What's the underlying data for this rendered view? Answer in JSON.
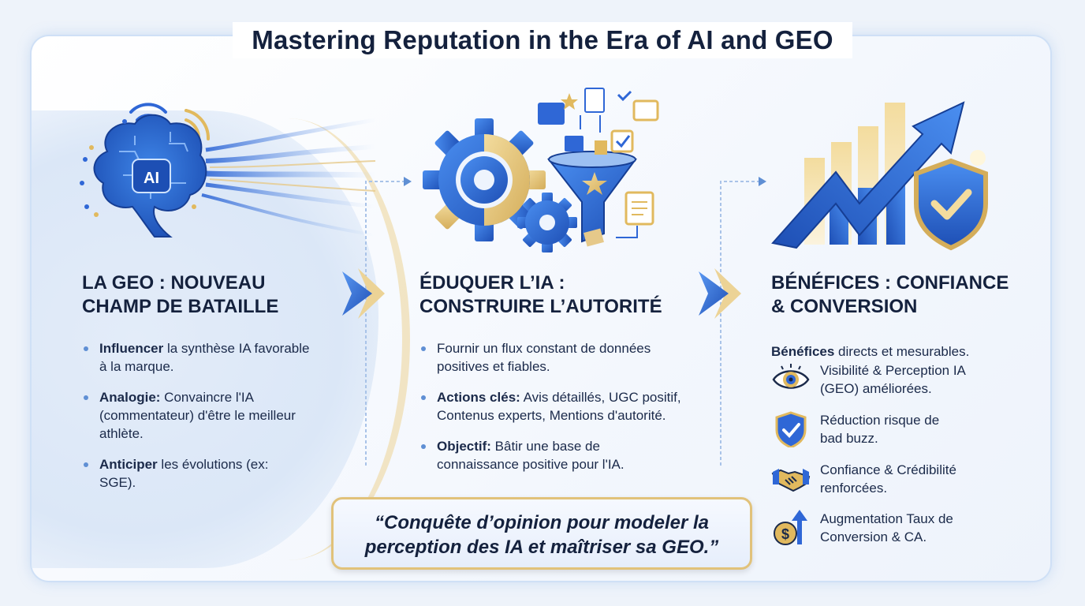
{
  "title": "Mastering Reputation in the Era of AI and GEO",
  "colors": {
    "blue": "#2f67d6",
    "gold": "#e1c27a",
    "navy": "#14213d"
  },
  "col1": {
    "icon": "ai-brain-icon",
    "icon_text": "AI",
    "heading_line1": "LA GEO : NOUVEAU",
    "heading_line2": "CHAMP DE BATAILLE",
    "bullets": [
      {
        "bold": "Influencer",
        "text": " la synthèse IA favorable à la marque."
      },
      {
        "bold": "Analogie:",
        "text": " Convaincre l'IA (commentateur) d'être le meilleur athlète."
      },
      {
        "bold": "Anticiper",
        "text": " les évolutions (ex: SGE)."
      }
    ]
  },
  "col2": {
    "icon": "gears-funnel-icon",
    "heading_line1": "ÉDUQUER L’IA :",
    "heading_line2": "CONSTRUIRE L’AUTORITÉ",
    "bullets": [
      {
        "bold": "",
        "text": "Fournir un flux constant de données positives et fiables."
      },
      {
        "bold": "Actions clés:",
        "text": " Avis détaillés, UGC positif, Contenus experts, Mentions d'autorité."
      },
      {
        "bold": "Objectif:",
        "text": " Bâtir une base de connaissance positive pour l'IA."
      }
    ]
  },
  "col3": {
    "icon": "growth-chart-shield-icon",
    "heading_line1": "BÉNÉFICES : CONFIANCE",
    "heading_line2": "& CONVERSION",
    "intro_bold": "Bénéfices",
    "intro_text": " directs et mesurables.",
    "benefits": [
      {
        "icon": "eye-icon",
        "line1": "Visibilité & Perception IA",
        "line2": "(GEO) améliorées."
      },
      {
        "icon": "shield-check-icon",
        "line1": "Réduction risque de",
        "line2": "bad buzz."
      },
      {
        "icon": "handshake-icon",
        "line1": "Confiance & Crédibilité",
        "line2": "renforcées."
      },
      {
        "icon": "dollar-arrow-icon",
        "line1": "Augmentation Taux de",
        "line2": "Conversion & CA."
      }
    ]
  },
  "quote_line1": "“Conquête d’opinion pour modeler la",
  "quote_line2": "perception des IA et maîtriser sa GEO.”"
}
